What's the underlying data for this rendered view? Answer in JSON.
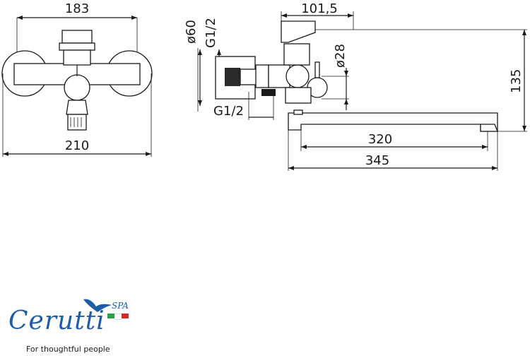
{
  "dimensions": {
    "front_width_top": "183",
    "front_width_bottom": "210",
    "side_depth_top": "101,5",
    "side_diameter_60": "ø60",
    "side_thread_top": "G1/2",
    "side_thread_bottom": "G1/2",
    "side_diameter_28": "ø28",
    "side_height": "135",
    "spout_length_320": "320",
    "spout_length_345": "345"
  },
  "brand": {
    "name": "Cerutti",
    "suffix": "SPA",
    "tagline": "For thoughtful people",
    "colors": {
      "primary": "#1d5ca8",
      "flag_green": "#2e9e46",
      "flag_white": "#ffffff",
      "flag_red": "#d22b2b"
    }
  }
}
